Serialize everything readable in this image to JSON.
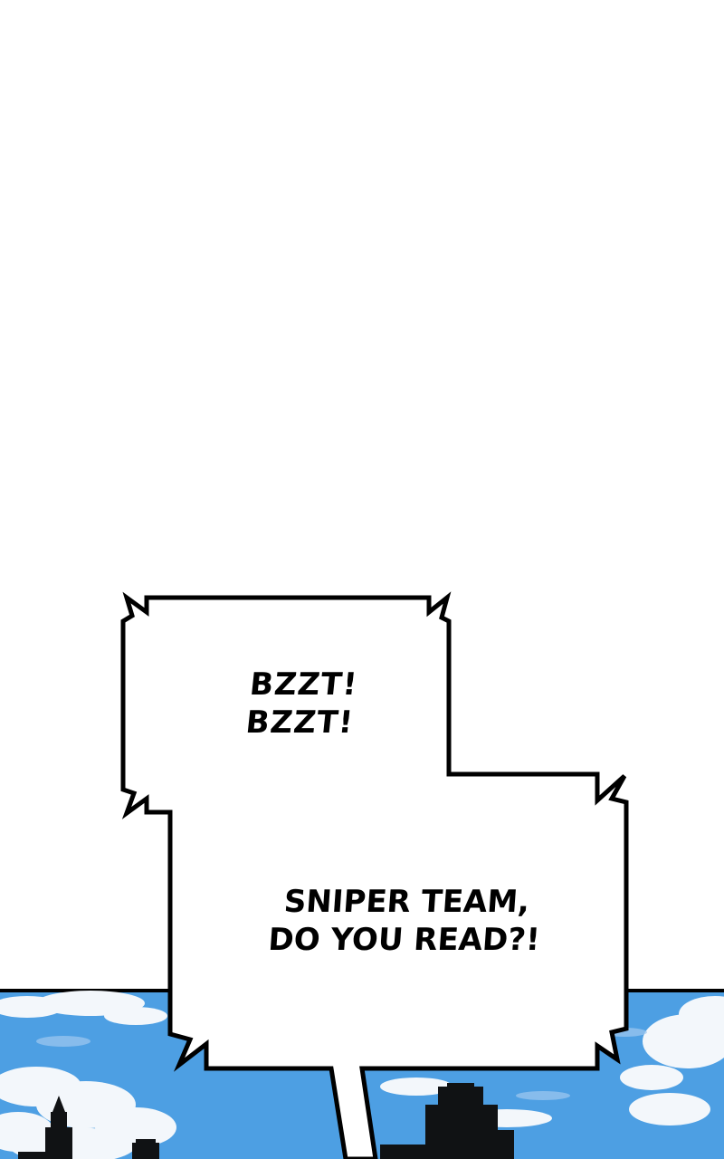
{
  "bubble_sfx": {
    "lines": [
      "BZZT!",
      "BZZT!"
    ]
  },
  "bubble_dialogue": {
    "lines": [
      "SNIPER TEAM,",
      "DO YOU READ?!"
    ]
  },
  "colors": {
    "background": "#ffffff",
    "sky": "#4d9fe3",
    "clouds": "#f3f7fb",
    "outline": "#000000",
    "building": "#101214"
  },
  "icons": [
    "speech-bubble-jagged",
    "speech-bubble-tail",
    "city-skyline"
  ]
}
